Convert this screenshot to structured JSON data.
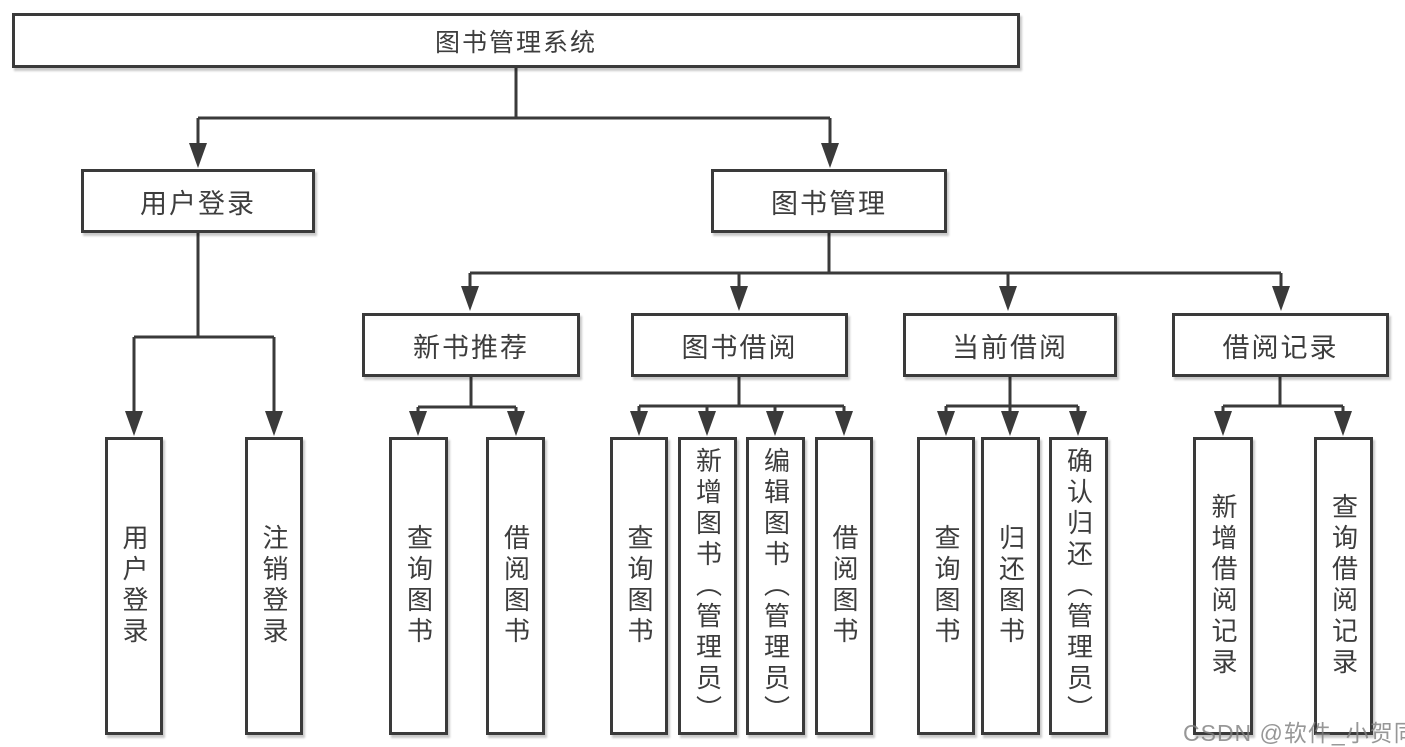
{
  "title": {
    "label": "图书管理系统"
  },
  "nodes": {
    "user_login": {
      "label": "用户登录"
    },
    "book_mgmt": {
      "label": "图书管理"
    },
    "new_book_rec": {
      "label": "新书推荐"
    },
    "book_borrow": {
      "label": "图书借阅"
    },
    "current_borrow": {
      "label": "当前借阅"
    },
    "borrow_record": {
      "label": "借阅记录"
    },
    "leaf_user_login": {
      "label": "用户登录"
    },
    "leaf_logout": {
      "label": "注销登录"
    },
    "leaf_rec_query": {
      "label": "查询图书"
    },
    "leaf_rec_borrow": {
      "label": "借阅图书"
    },
    "leaf_bb_query": {
      "label": "查询图书"
    },
    "leaf_bb_add": {
      "label": "新增图书（管理员）"
    },
    "leaf_bb_edit": {
      "label": "编辑图书（管理员）"
    },
    "leaf_bb_borrow": {
      "label": "借阅图书"
    },
    "leaf_cb_query": {
      "label": "查询图书"
    },
    "leaf_cb_return": {
      "label": "归还图书"
    },
    "leaf_cb_confirm": {
      "label": "确认归还（管理员）"
    },
    "leaf_br_add": {
      "label": "新增借阅记录"
    },
    "leaf_br_query": {
      "label": "查询借阅记录"
    }
  },
  "watermark": {
    "text": "CSDN @软件_小贺同学"
  },
  "colors": {
    "line": "#3a3a3a",
    "box_border": "#3a3a3a",
    "text": "#3d3d3d",
    "watermark": "#9b9b9b",
    "background": "#ffffff"
  }
}
